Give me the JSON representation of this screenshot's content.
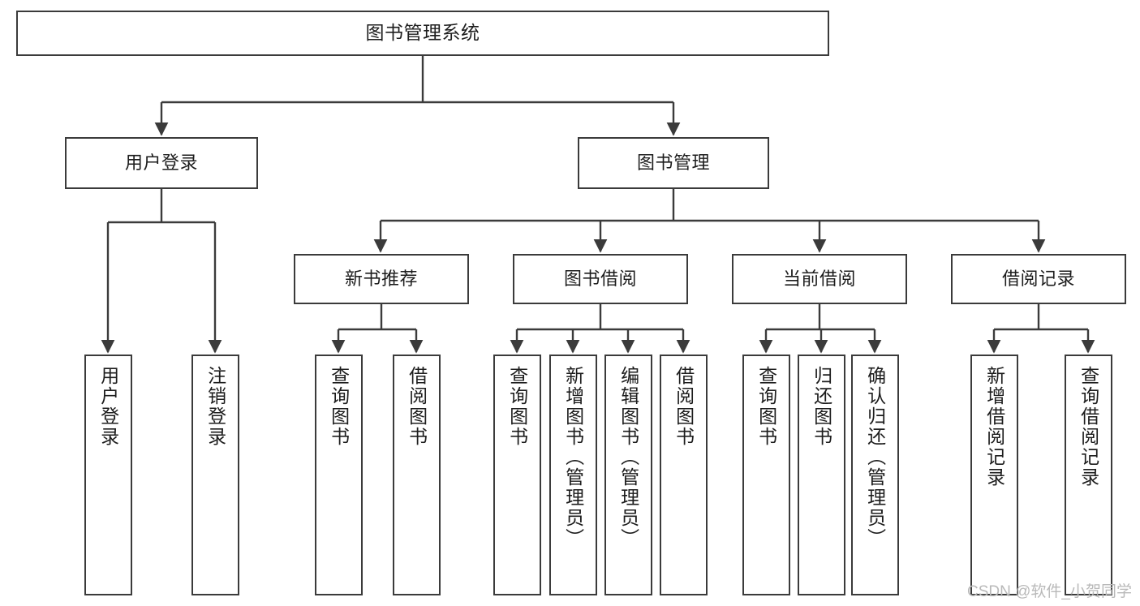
{
  "diagram": {
    "title": "图书管理系统",
    "type": "tree",
    "stroke_color": "#3b3b3b",
    "fill_color": "#ffffff",
    "text_color": "#1d1d1d"
  },
  "root": {
    "label": "图书管理系统"
  },
  "level2": [
    {
      "id": "user-login",
      "label": "用户登录"
    },
    {
      "id": "book-manage",
      "label": "图书管理"
    }
  ],
  "level3": [
    {
      "id": "new-book-rec",
      "label": "新书推荐"
    },
    {
      "id": "book-borrow",
      "label": "图书借阅"
    },
    {
      "id": "current-borrow",
      "label": "当前借阅"
    },
    {
      "id": "borrow-record",
      "label": "借阅记录"
    }
  ],
  "leaves": {
    "user_login": [
      {
        "id": "leaf-user-login",
        "label": "用户登录"
      },
      {
        "id": "leaf-logout",
        "label": "注销登录"
      }
    ],
    "new_book_rec": [
      {
        "id": "leaf-query-book-1",
        "label": "查询图书"
      },
      {
        "id": "leaf-borrow-book-1",
        "label": "借阅图书"
      }
    ],
    "book_borrow": [
      {
        "id": "leaf-query-book-2",
        "label": "查询图书"
      },
      {
        "id": "leaf-add-book",
        "label": "新增图书（管理员）"
      },
      {
        "id": "leaf-edit-book",
        "label": "编辑图书（管理员）"
      },
      {
        "id": "leaf-borrow-book-2",
        "label": "借阅图书"
      }
    ],
    "current_borrow": [
      {
        "id": "leaf-query-book-3",
        "label": "查询图书"
      },
      {
        "id": "leaf-return-book",
        "label": "归还图书"
      },
      {
        "id": "leaf-confirm-return",
        "label": "确认归还（管理员）"
      }
    ],
    "borrow_record": [
      {
        "id": "leaf-add-record",
        "label": "新增借阅记录"
      },
      {
        "id": "leaf-query-record",
        "label": "查询借阅记录"
      }
    ]
  },
  "watermark": {
    "text": "CSDN @软件_小贺同学"
  }
}
